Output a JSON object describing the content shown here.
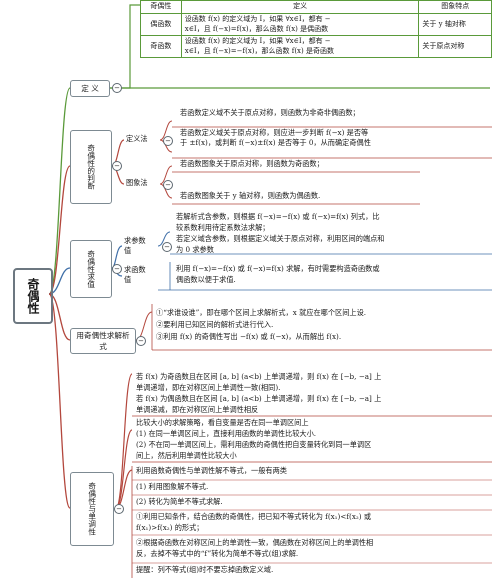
{
  "table": {
    "headers": [
      "奇偶性",
      "定义",
      "图象特点"
    ],
    "rows": [
      {
        "name": "偶函数",
        "def_line1": "设函数 f(x) 的定义域为 I，如果 ∀x∈I，都有 −",
        "def_line2": "x∈I，且 f(−x)=f(x)，那么函数 f(x) 是偶函数",
        "feature": "关于 y 轴对称"
      },
      {
        "name": "奇函数",
        "def_line1": "设函数 f(x) 的定义域为 I，如果 ∀x∈I，都有 −",
        "def_line2": "x∈I，且 f(−x)=−f(x)，那么函数 f(x) 是奇函数",
        "feature": "关于原点对称"
      }
    ]
  },
  "root": {
    "label": "奇偶性"
  },
  "branches": {
    "definition": {
      "label": "定 义"
    },
    "judgment": {
      "label": "奇偶性的判断",
      "def_method": {
        "label": "定义法",
        "lines": [
          "若函数定义域不关于原点对称，则函数为非奇非偶函数；",
          "若函数定义域关于原点对称，则应进一步判断 f(−x) 是否等",
          "于 ±f(x)，或判断 f(−x)±f(x) 是否等于 0，从而确定奇偶性"
        ]
      },
      "graph_method": {
        "label": "图象法",
        "lines": [
          "若函数图象关于原点对称，则函数为奇函数；",
          "若函数图象关于 y 轴对称，则函数为偶函数."
        ]
      }
    },
    "solve_value": {
      "label": "奇偶性求值",
      "params": {
        "label": "求参数值",
        "lines": [
          "若解析式含参数，则根据 f(−x)=−f(x) 或 f(−x)=f(x) 列式，比",
          "较系数利用待定系数法求解；",
          "若定义域含参数，则根据定义域关于原点对称，利用区间的端点和",
          "为 0 求参数"
        ]
      },
      "func_value": {
        "label": "求函数值",
        "lines": [
          "利用 f(−x)=−f(x) 或 f(−x)=f(x) 求解，有时需要构造奇函数或",
          "偶函数以便于求值."
        ]
      }
    },
    "solve_expr": {
      "label": "用奇偶性求解析式",
      "lines": [
        "①“求谁设谁”，即在哪个区间上求解析式，x 就应在哪个区间上设.",
        "②要利用已知区间的解析式进行代入.",
        "③利用 f(x) 的奇偶性写出 −f(x) 或 f(−x)，从而解出 f(x)."
      ]
    },
    "monotonic": {
      "label": "奇偶性与单调性",
      "block1": [
        "若 f(x) 为奇函数且在区间 [a, b] (a<b) 上单调递增，则 f(x) 在 [−b, −a] 上",
        "单调递增，即在对称区间上单调性一致(相同).",
        "若 f(x) 为偶函数且在区间 [a, b] (a<b) 上单调递增，则 f(x) 在 [−b, −a] 上",
        "单调递减，即在对称区间上单调性相反"
      ],
      "block2": [
        "比较大小的求解策略，看自变量是否在同一单调区间上",
        "(1) 在同一单调区间上，直接利用函数的单调性比较大小.",
        "(2) 不在同一单调区间上，需利用函数的奇偶性把自变量转化到同一单调区",
        "间上，然后利用单调性比较大小"
      ],
      "block3_title": "利用函数奇偶性与单调性解不等式，一般有两类",
      "block3": [
        "(1) 利用图象解不等式.",
        "(2) 转化为简单不等式求解.",
        "①利用已知条件，结合函数的奇偶性，把已知不等式转化为 f(x₁)<f(x₂) 或",
        "f(x₁)>f(x₂) 的形式；",
        "②根据奇函数在对称区间上的单调性一致，偶函数在对称区间上的单调性相",
        "反，去掉不等式中的“f”转化为简单不等式(组)求解.",
        "提醒：列不等式(组)时不要忘掉函数定义域."
      ]
    }
  },
  "colors": {
    "line_green": "#5a9a3a",
    "line_red": "#b3473d",
    "line_blue": "#3f6fa8",
    "box_border": "#7d8a92"
  }
}
